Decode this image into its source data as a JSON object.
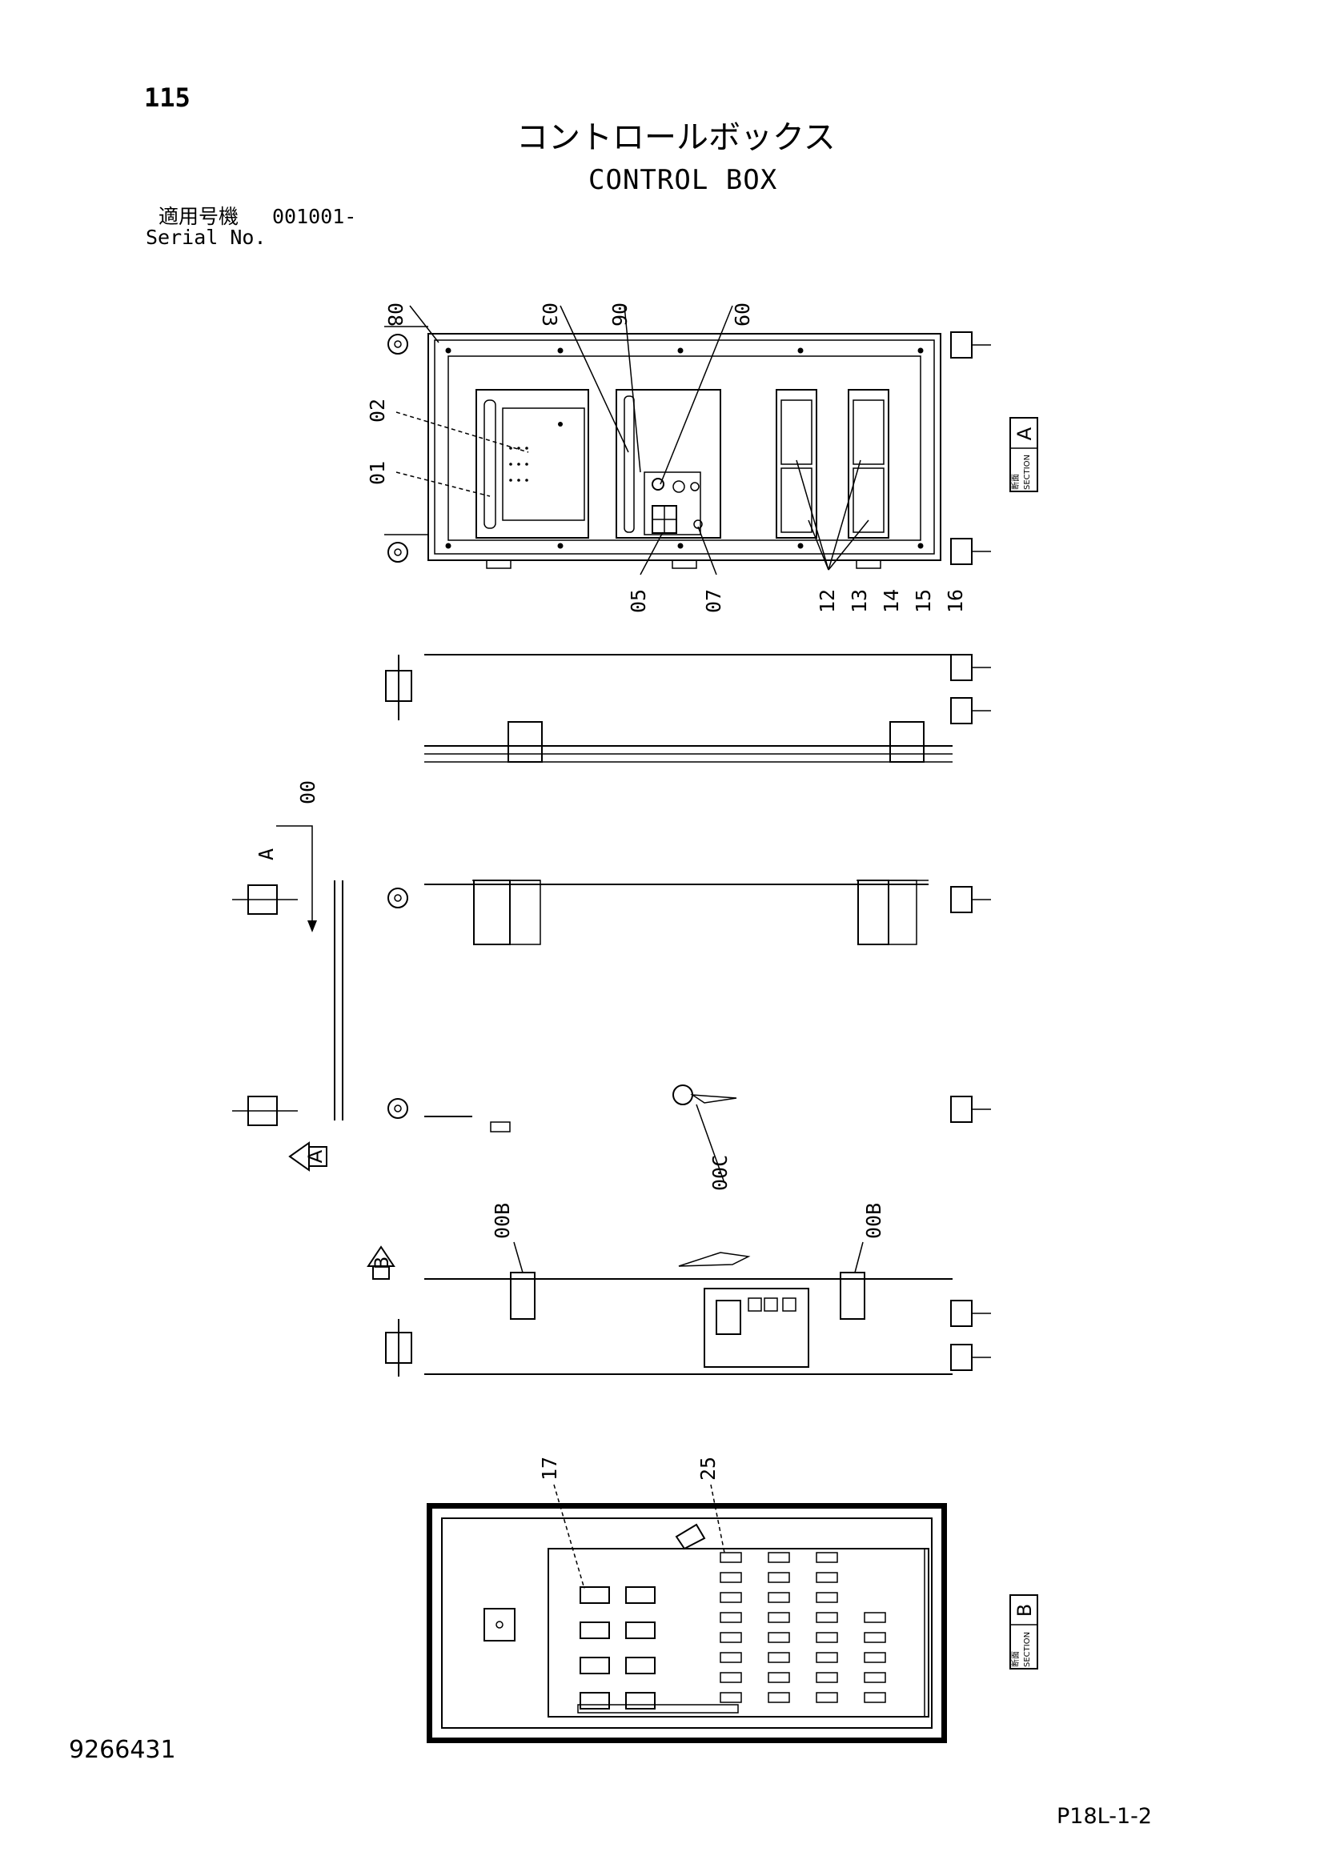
{
  "page": {
    "page_number": "115",
    "title_jp": "コントロールボックス",
    "title_en": "CONTROL BOX",
    "serial_label_jp": "適用号機",
    "serial_value": "001001-",
    "serial_label_en": "Serial No.",
    "drawing_number": "9266431",
    "sheet_ref": "P18L-1-2"
  },
  "callouts": {
    "top_view": [
      "08",
      "03",
      "06",
      "09",
      "02",
      "01",
      "05",
      "07",
      "12",
      "13",
      "14",
      "15",
      "16"
    ],
    "side_view": [
      "00",
      "A",
      "00C",
      "00B",
      "00B"
    ],
    "section_b": [
      "17",
      "25"
    ]
  },
  "section_markers": [
    {
      "letter": "A",
      "label": "SECTION",
      "kanji": "断面"
    },
    {
      "letter": "B",
      "label": "SECTION",
      "kanji": "断面"
    }
  ],
  "view_markers": [
    "A",
    "B"
  ]
}
